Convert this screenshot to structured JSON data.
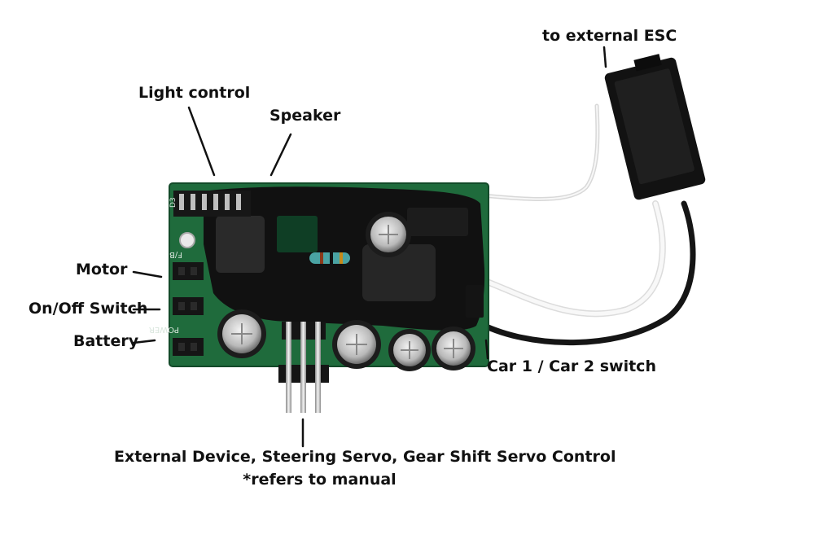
{
  "labels": {
    "esc": "to external ESC",
    "light_control": "Light control",
    "speaker": "Speaker",
    "motor": "Motor",
    "on_off_switch": "On/Off Switch",
    "battery": "Battery",
    "car_switch": "Car 1 / Car 2 switch",
    "external_device": "External Device, Steering Servo, Gear Shift Servo Control",
    "manual_note": "*refers to manual"
  },
  "silkscreen": {
    "fb": "F/B",
    "power": "POWER",
    "d3": "D3"
  },
  "colors": {
    "pcb_green": "#1f6b3c",
    "potting_black": "#111111",
    "label_text": "#111111",
    "wire_white": "#eeeeee",
    "wire_black": "#151515",
    "connector": "#121212"
  }
}
